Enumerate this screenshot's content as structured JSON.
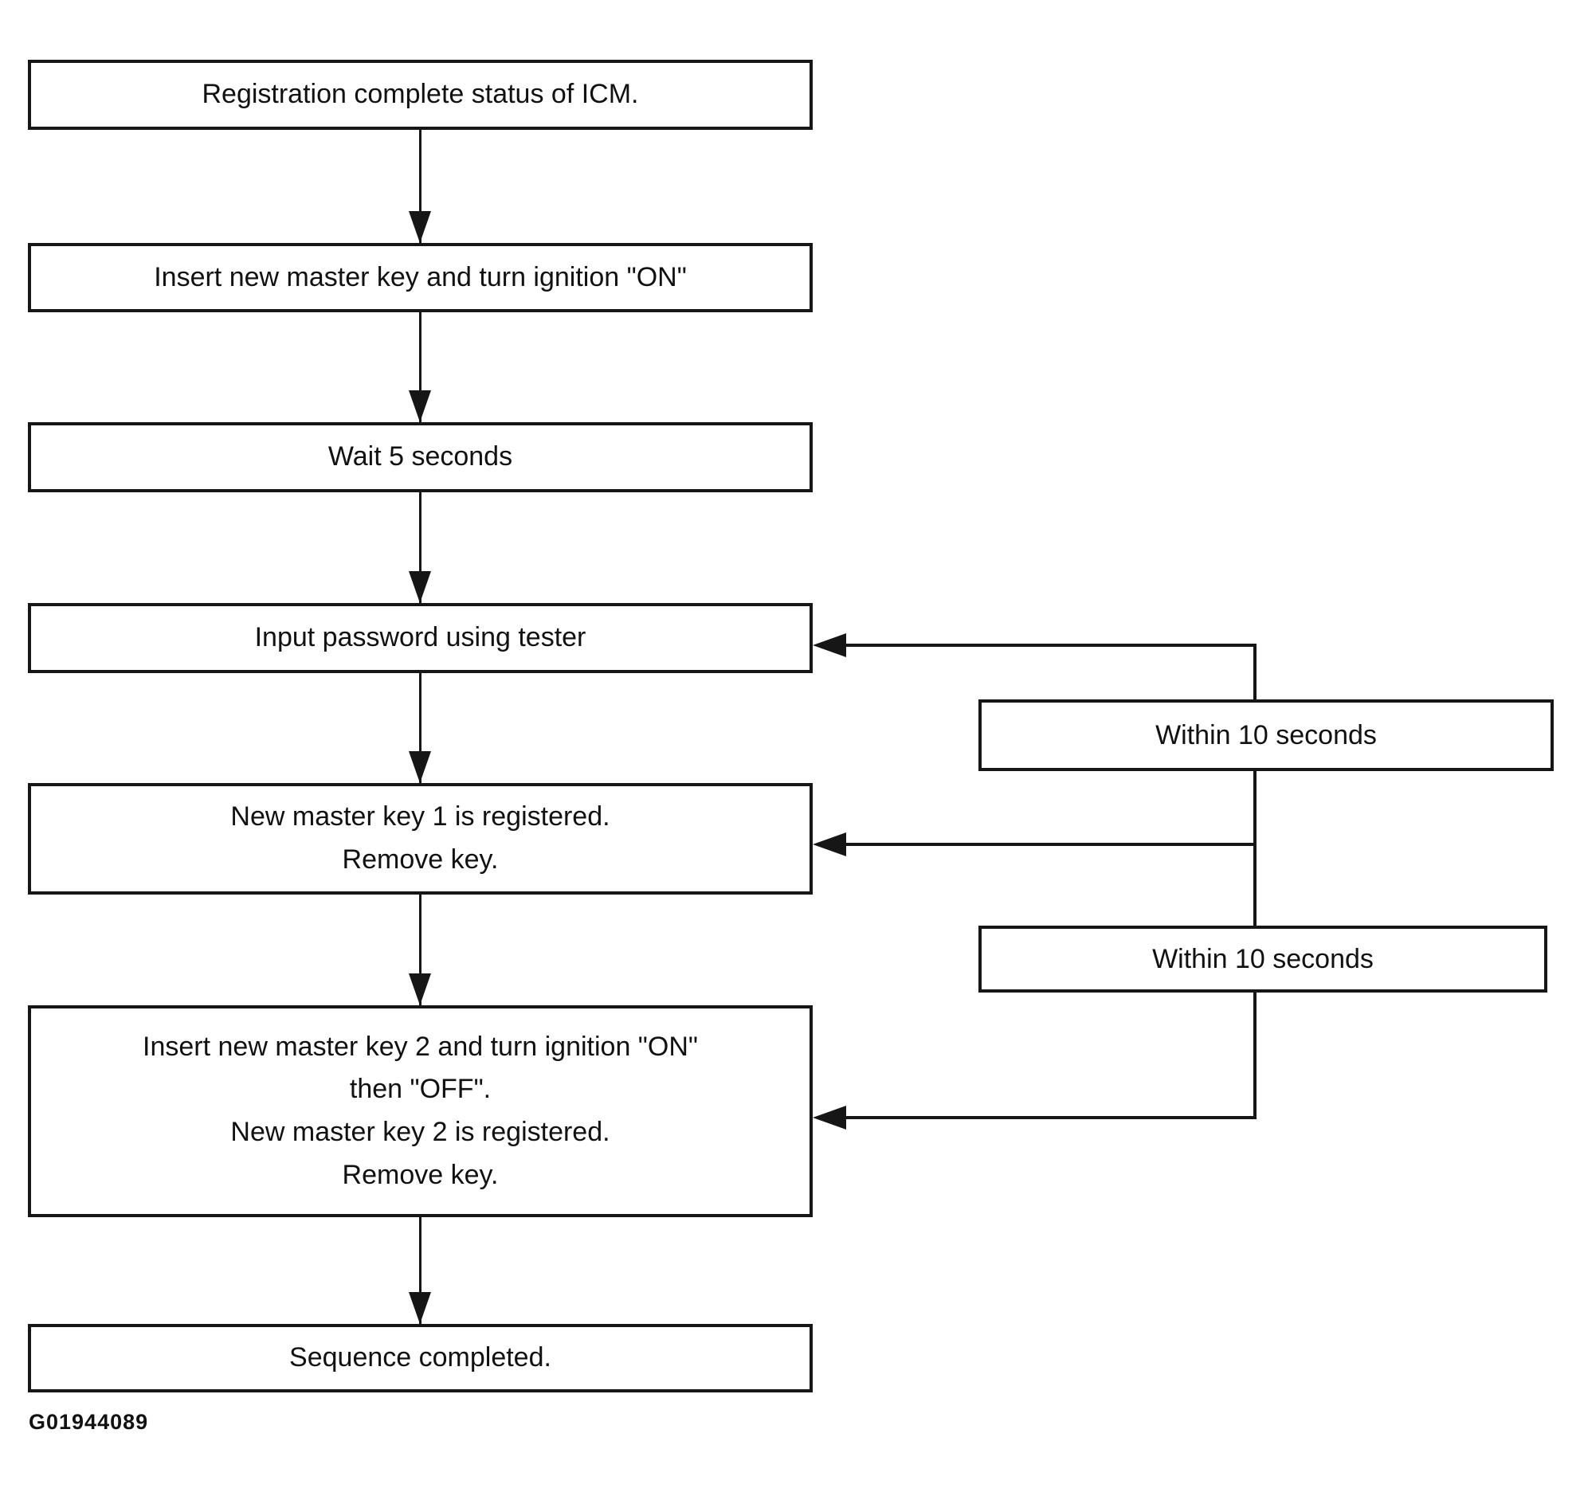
{
  "diagram": {
    "type": "flowchart",
    "figure_id": "G01944089",
    "colors": {
      "line": "#161616",
      "background": "#ffffff",
      "text": "#111111"
    },
    "main_flow": [
      {
        "label_lines": [
          "Registration complete status of ICM."
        ]
      },
      {
        "label_lines": [
          "Insert new master key and turn ignition \"ON\""
        ]
      },
      {
        "label_lines": [
          "Wait 5 seconds"
        ]
      },
      {
        "label_lines": [
          "Input password using tester"
        ]
      },
      {
        "label_lines": [
          "New master key 1 is registered.",
          "Remove key."
        ]
      },
      {
        "label_lines": [
          "Insert new master key 2 and turn ignition \"ON\"",
          "then \"OFF\".",
          "New master key 2 is registered.",
          "Remove key."
        ]
      },
      {
        "label_lines": [
          "Sequence completed."
        ]
      }
    ],
    "timing_notes": [
      {
        "label": "Within 10 seconds"
      },
      {
        "label": "Within 10 seconds"
      }
    ]
  }
}
